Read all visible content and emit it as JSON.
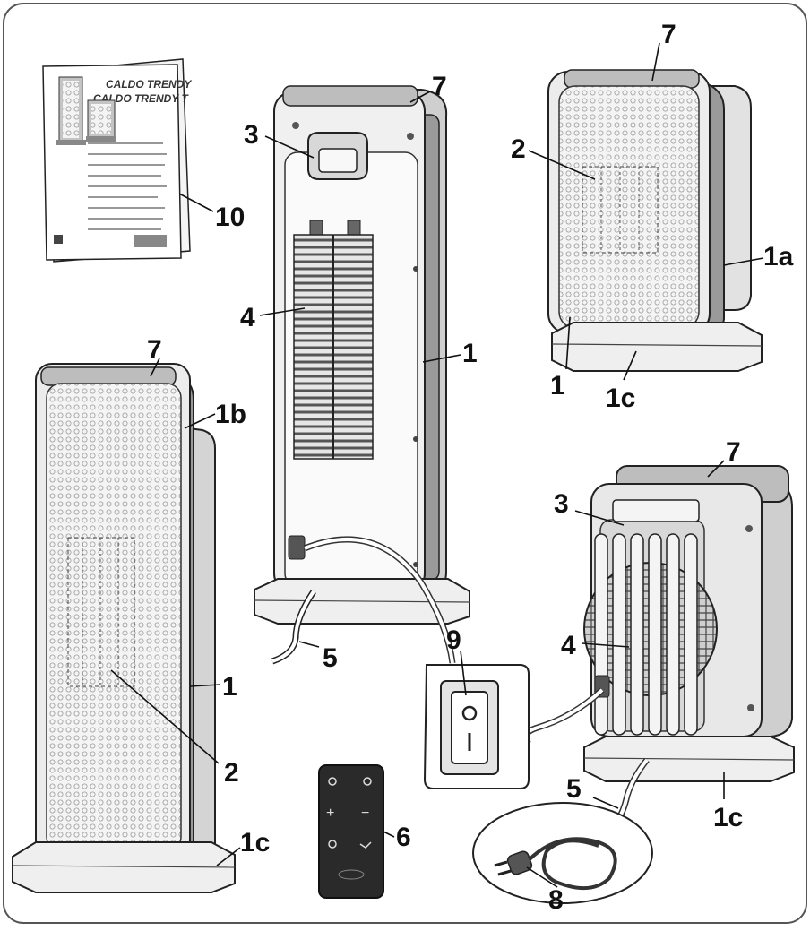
{
  "manual": {
    "title_line1": "CALDO TRENDY",
    "title_line2": "CALDO TRENDY T"
  },
  "callouts": {
    "c1_tower_back": "1",
    "c1_tower_front": "1",
    "c1_compact": "1",
    "c1a": "1a",
    "c1b": "1b",
    "c1c_tower": "1c",
    "c1c_compact_front": "1c",
    "c1c_compact_back": "1c",
    "c2_tower": "2",
    "c2_compact": "2",
    "c3_tower": "3",
    "c3_compact": "3",
    "c4_tower": "4",
    "c4_compact": "4",
    "c5_tower": "5",
    "c5_compact": "5",
    "c6": "6",
    "c7_tower_back": "7",
    "c7_tower_front": "7",
    "c7_compact_front": "7",
    "c7_compact_back": "7",
    "c8": "8",
    "c9": "9",
    "c10": "10"
  },
  "remote": {
    "plus": "+",
    "minus": "−"
  },
  "colors": {
    "frame": "#555555",
    "outline": "#222222",
    "body_light": "#f2f2f2",
    "body_mid": "#d4d4d4",
    "body_dark": "#9a9a9a",
    "remote": "#2a2a2a"
  }
}
